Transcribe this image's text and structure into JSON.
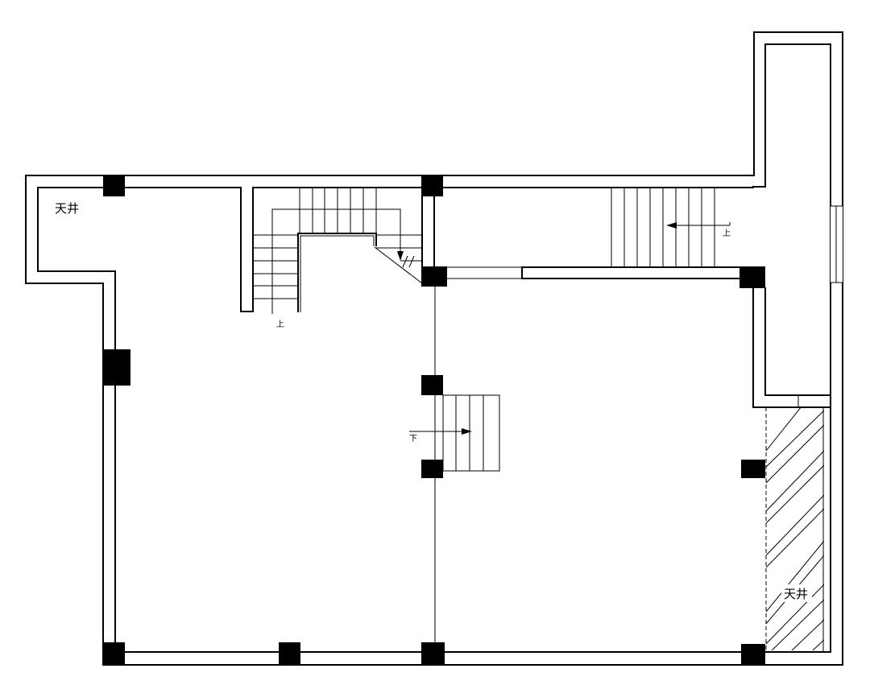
{
  "colors": {
    "line": "#000000",
    "background": "#ffffff"
  },
  "labels": {
    "courtyard_nw": "天井",
    "courtyard_se": "天井",
    "stair_up_left": "上",
    "stair_up_right": "上",
    "stair_down_center": "下"
  }
}
